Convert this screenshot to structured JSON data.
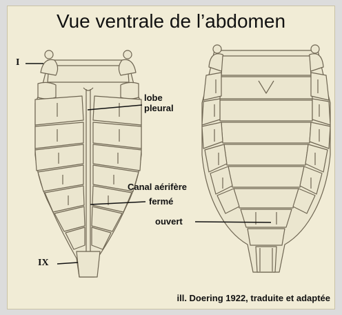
{
  "figure": {
    "title": "Vue ventrale de l’abdomen",
    "caption": "ill. Doering 1922, traduite et adaptée",
    "segment_first": "I",
    "segment_last": "IX",
    "labels": {
      "lobe": "lobe",
      "pleural": "pleural",
      "canal": "Canal aérifère",
      "ferme": "fermé",
      "ouvert": "ouvert"
    },
    "colors": {
      "paper": "#f1ecd6",
      "ink": "#6e6552",
      "fill": "#ebe6cf"
    }
  }
}
